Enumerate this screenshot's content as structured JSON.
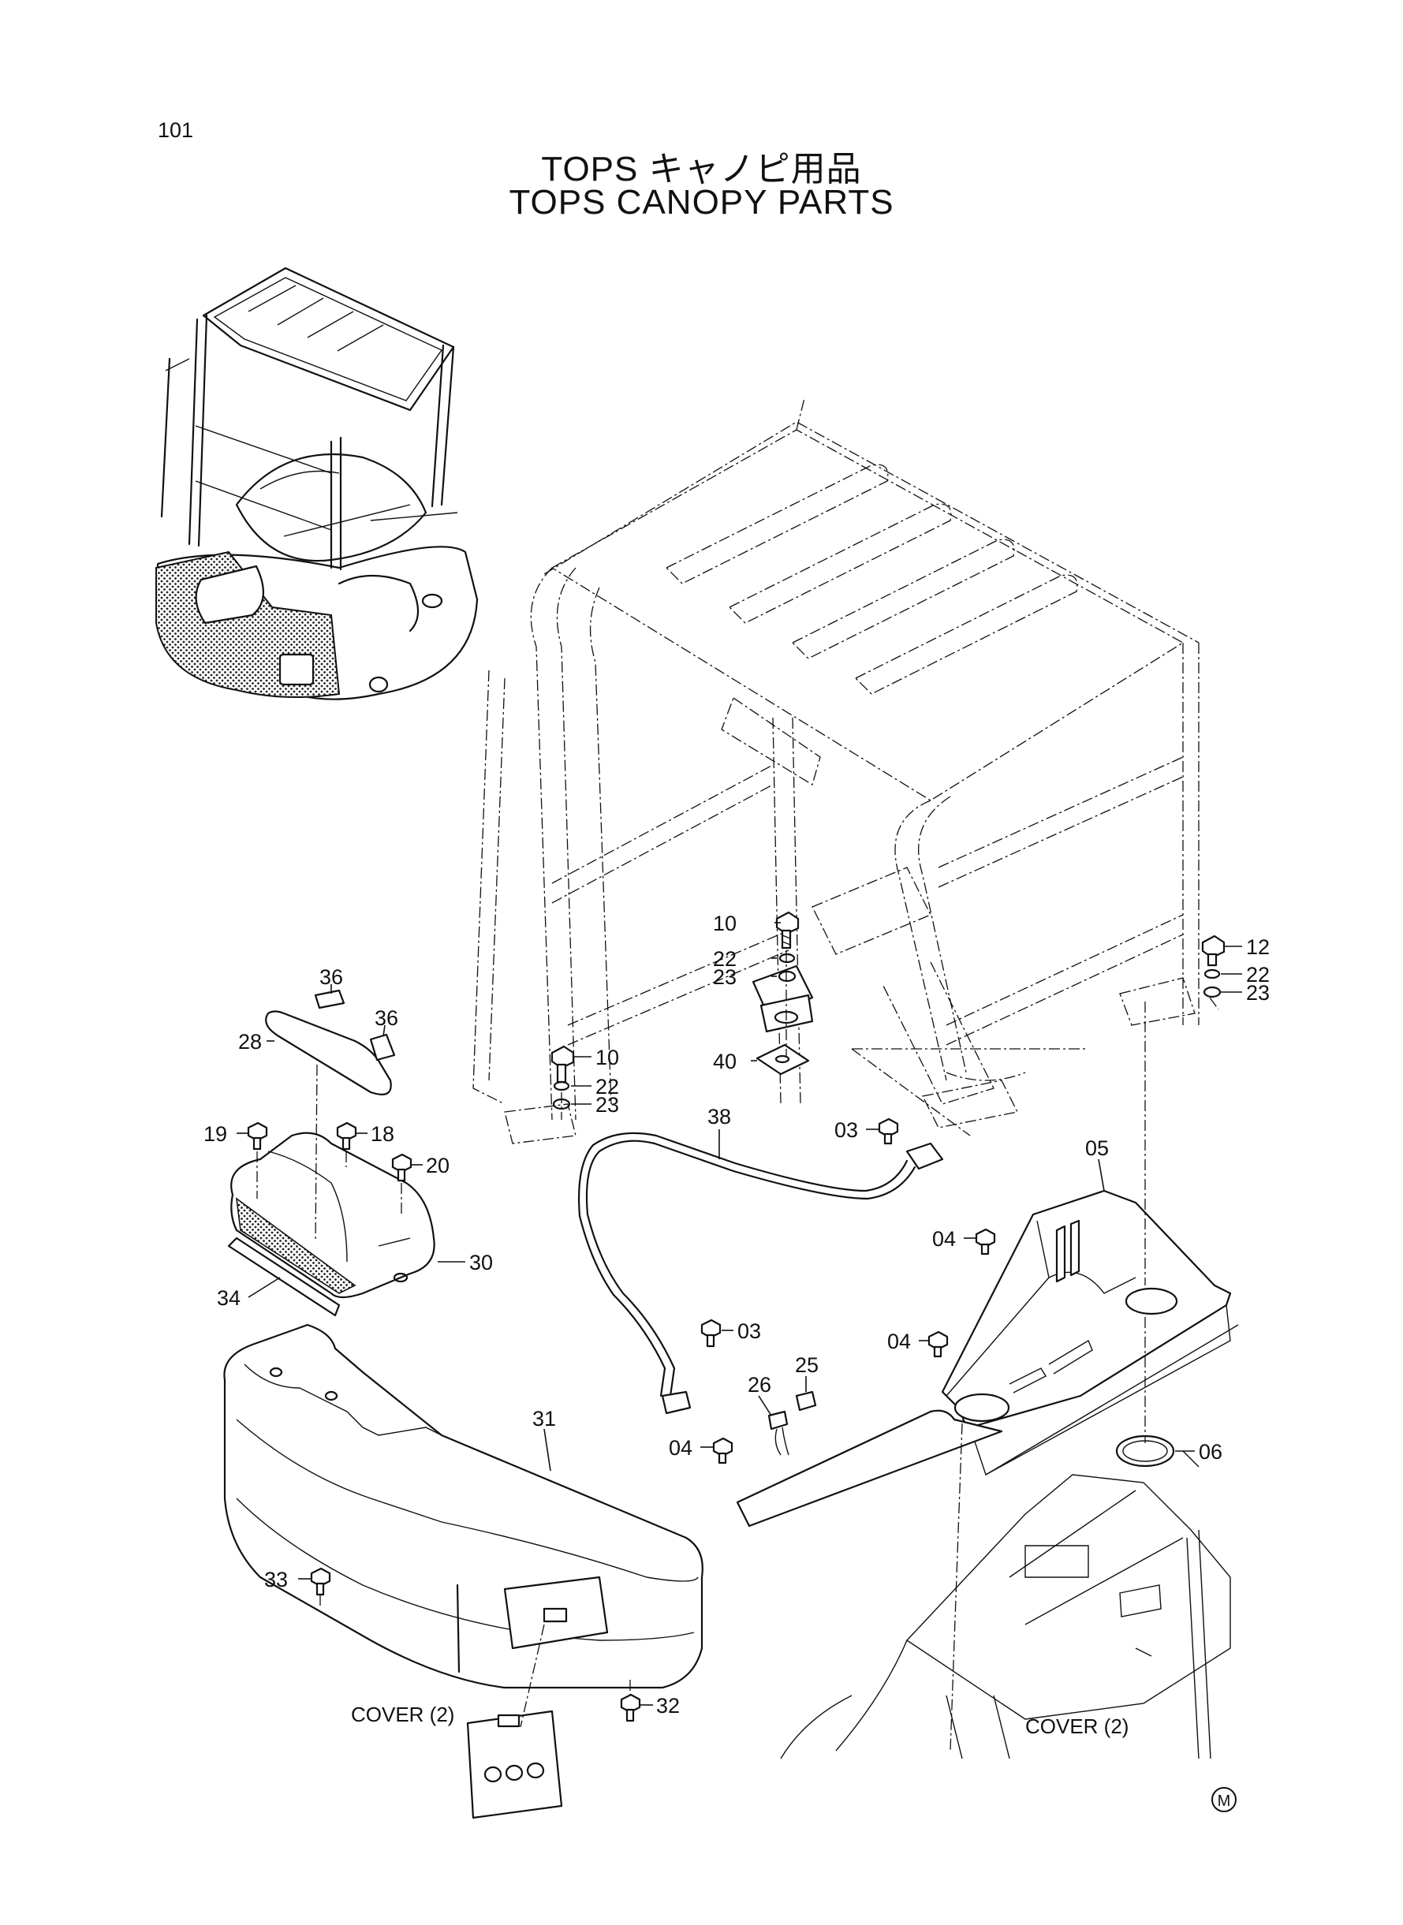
{
  "page": {
    "number": "101"
  },
  "title": {
    "japanese": "TOPS キャノピ用品",
    "english": "TOPS CANOPY PARTS"
  },
  "callouts": {
    "c36a": "36",
    "c36b": "36",
    "c28": "28",
    "c19": "19",
    "c18": "18",
    "c20": "20",
    "c10a": "10",
    "c22a": "22",
    "c23a": "23",
    "c40": "40",
    "c10b": "10",
    "c22b": "22",
    "c23b": "23",
    "c12": "12",
    "c22c": "22",
    "c23c": "23",
    "c38": "38",
    "c03a": "03",
    "c05": "05",
    "c04a": "04",
    "c30": "30",
    "c34": "34",
    "c03b": "03",
    "c25": "25",
    "c26": "26",
    "c04b": "04",
    "c31": "31",
    "c04c": "04",
    "c06": "06",
    "c33": "33",
    "c32": "32"
  },
  "notes": {
    "cover_left": "COVER (2)",
    "cover_right": "COVER (2)",
    "mark": "M"
  }
}
